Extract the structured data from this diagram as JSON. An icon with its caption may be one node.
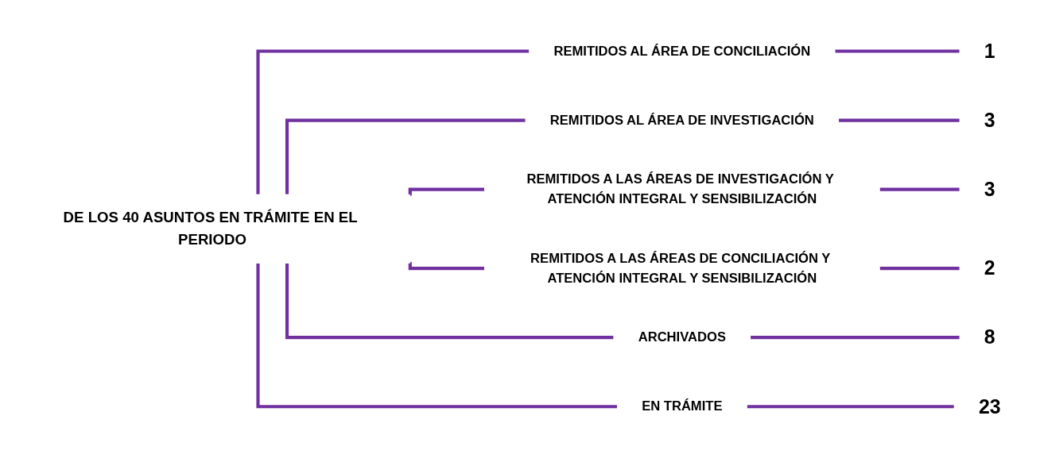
{
  "diagram": {
    "nodes": [
      {
        "text": [
          "DE LOS 40 ASUNTOS EN TRÁMITE EN EL PERIODO"
        ]
      },
      {
        "text": [
          "REMITIDOS AL ÁREA DE CONCILIACIÓN"
        ]
      },
      {
        "text": [
          "REMITIDOS AL ÁREA DE INVESTIGACIÓN"
        ]
      },
      {
        "text": [
          "REMITIDOS A LAS ÁREAS DE INVESTIGACIÓN Y ATENCIÓN INTEGRAL Y SENSIBILIZACIÓN"
        ]
      },
      {
        "text": [
          "REMITIDOS A LAS ÁREAS DE CONCILIACIÓN Y ATENCIÓN INTEGRAL Y SENSIBILIZACIÓN"
        ]
      },
      {
        "text": [
          "ARCHIVADOS"
        ]
      },
      {
        "text": [
          "EN TRÁMITE"
        ]
      },
      {
        "text": [
          "1"
        ]
      },
      {
        "text": [
          "3"
        ]
      },
      {
        "text": [
          "3"
        ]
      },
      {
        "text": [
          "2"
        ]
      },
      {
        "text": [
          "8"
        ]
      },
      {
        "text": [
          "23"
        ]
      }
    ],
    "edges": [
      {
        "from": 0,
        "to": 1,
        "arrow": "none"
      },
      {
        "from": 0,
        "to": 2,
        "arrow": "none"
      },
      {
        "from": 0,
        "to": 3,
        "arrow": "none"
      },
      {
        "from": 0,
        "to": 4,
        "arrow": "none"
      },
      {
        "from": 0,
        "to": 5,
        "arrow": "none"
      },
      {
        "from": 0,
        "to": 6,
        "arrow": "none"
      },
      {
        "from": 1,
        "to": 7,
        "arrow": "none"
      },
      {
        "from": 2,
        "to": 8,
        "arrow": "none"
      },
      {
        "from": 3,
        "to": 9,
        "arrow": "none"
      },
      {
        "from": 4,
        "to": 10,
        "arrow": "none"
      },
      {
        "from": 5,
        "to": 11,
        "arrow": "none"
      },
      {
        "from": 6,
        "to": 12,
        "arrow": "none"
      }
    ]
  }
}
